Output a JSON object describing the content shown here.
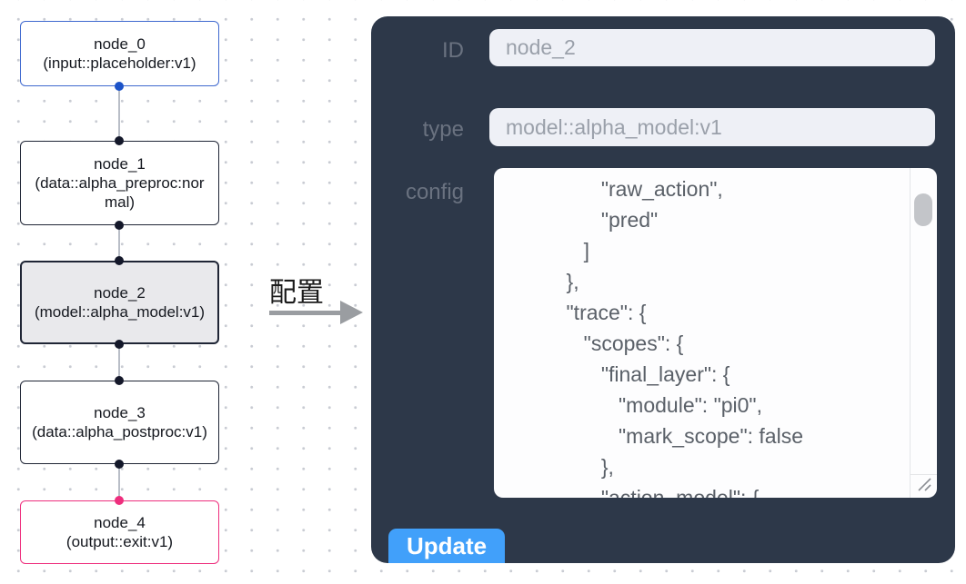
{
  "canvas": {
    "nodes": [
      {
        "title": "node_0",
        "subtitle": "(input::placeholder:v1)"
      },
      {
        "title": "node_1",
        "subtitle": "(data::alpha_preproc:normal)"
      },
      {
        "title": "node_2",
        "subtitle": "(model::alpha_model:v1)"
      },
      {
        "title": "node_3",
        "subtitle": "(data::alpha_postproc:v1)"
      },
      {
        "title": "node_4",
        "subtitle": "(output::exit:v1)"
      }
    ]
  },
  "transition": {
    "label": "配置"
  },
  "panel": {
    "id_label": "ID",
    "id_value": "node_2",
    "type_label": "type",
    "type_value": "model::alpha_model:v1",
    "config_label": "config",
    "config_lines": [
      "               \"raw_action\",",
      "               \"pred\"",
      "            ]",
      "         },",
      "         \"trace\": {",
      "            \"scopes\": {",
      "               \"final_layer\": {",
      "                  \"module\": \"pi0\",",
      "                  \"mark_scope\": false",
      "               },",
      "               \"action_model\": {"
    ],
    "update_label": "Update"
  },
  "colors": {
    "panel_bg": "#2d3849",
    "accent_blue": "#41a0fa",
    "input_bg": "#eef0f6",
    "node_input_border": "#3e68cf",
    "node_default_border": "#1f2535",
    "node_output_border": "#ee2e7d",
    "node_selected_bg": "#e9e9ec",
    "handle_blue": "#1c53c8",
    "handle_dark": "#14182a",
    "handle_pink": "#ee2e7d",
    "edge_gray": "#b9bec7"
  }
}
